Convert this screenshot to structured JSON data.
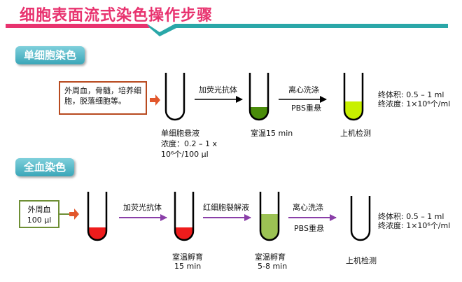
{
  "title": "细胞表面流式染色操作步骤",
  "colors": {
    "title": "#e8336f",
    "banner_line": "#2aa7a8",
    "pill": "#3aa6b8",
    "red_box_border": "#b84a1f",
    "green_box_border": "#6e8f35",
    "dark_green": "#4a8c0a",
    "yellow_green": "#c8f000",
    "light_green": "#9cc254",
    "blood_red": "#ee1c1c",
    "purple_arrow": "#8a3fa8"
  },
  "section1": {
    "pill_label": "单细胞染色",
    "source_box": "外周血，骨髓，培养细胞，脱落细胞等。",
    "tube1_label_line1": "单细胞悬液",
    "tube1_label_line2": "浓度：0.2 – 1 x",
    "tube1_label_line3": "10⁶个/100 μl",
    "arrow1_label": "加荧光抗体",
    "tube2_label": "室温15 min",
    "arrow2_label_top": "离心洗涤",
    "arrow2_label_bottom": "PBS重悬",
    "tube3_label": "上机检测",
    "final_volume": "终体积: 0.5 – 1 ml",
    "final_conc": "终浓度: 1×10⁶个/ml"
  },
  "section2": {
    "pill_label": "全血染色",
    "source_line1": "外周血",
    "source_line2": "100 μl",
    "arrow1_label": "加荧光抗体",
    "tube2_label_line1": "室温孵育",
    "tube2_label_line2": "15 min",
    "arrow2_label": "红细胞裂解液",
    "tube3_label_line1": "室温孵育",
    "tube3_label_line2": "5-8 min",
    "arrow3_label_top": "离心洗涤",
    "arrow3_label_bottom": "PBS重悬",
    "tube4_label": "上机检测",
    "final_volume": "终体积: 0.5 – 1 ml",
    "final_conc": "终浓度: 1×10⁶个/ml"
  }
}
